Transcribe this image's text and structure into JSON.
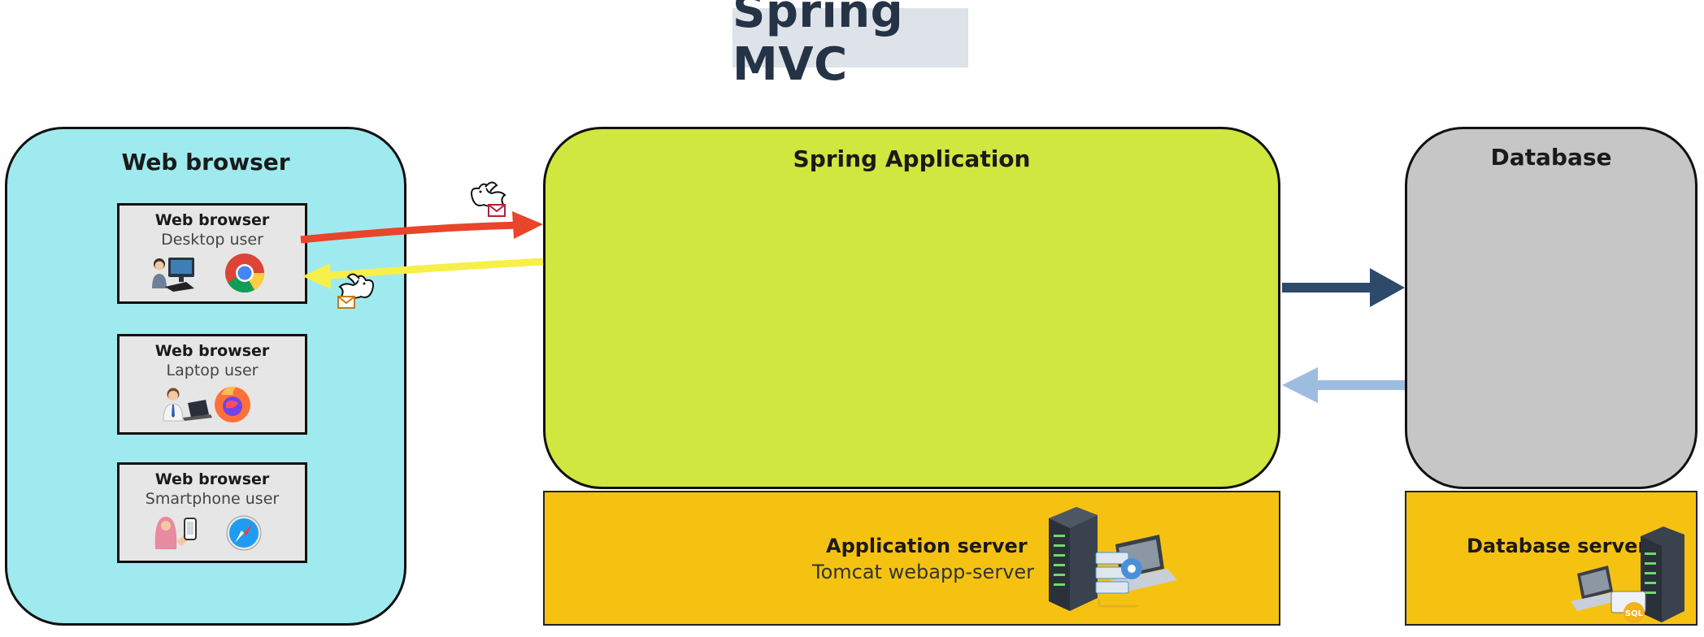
{
  "title": "Spring MVC",
  "web_browser": {
    "title": "Web browser",
    "cards": [
      {
        "title": "Web browser",
        "subtitle": "Desktop user"
      },
      {
        "title": "Web browser",
        "subtitle": "Laptop user"
      },
      {
        "title": "Web browser",
        "subtitle": "Smartphone user"
      }
    ]
  },
  "spring_app": {
    "title": "Spring Application"
  },
  "database": {
    "title": "Database"
  },
  "app_server": {
    "title": "Application server",
    "subtitle": "Tomcat webapp-server"
  },
  "db_server": {
    "title": "Database server",
    "icon_label": "SQL"
  },
  "colors": {
    "browser_bg": "#9feaee",
    "spring_bg": "#cfe73e",
    "database_bg": "#c6c6c6",
    "server_bg": "#f6c212",
    "request_arrow": "#e8452a",
    "response_arrow": "#f7ef4a",
    "db_arrow_out": "#2d4a6b",
    "db_arrow_in": "#9dbde0"
  },
  "icons": [
    "pigeon-mail-icon",
    "desktop-user-icon",
    "chrome-icon",
    "laptop-user-icon",
    "firefox-icon",
    "smartphone-user-icon",
    "safari-icon",
    "server-rack-icon",
    "laptop-server-icon",
    "sql-server-icon"
  ]
}
